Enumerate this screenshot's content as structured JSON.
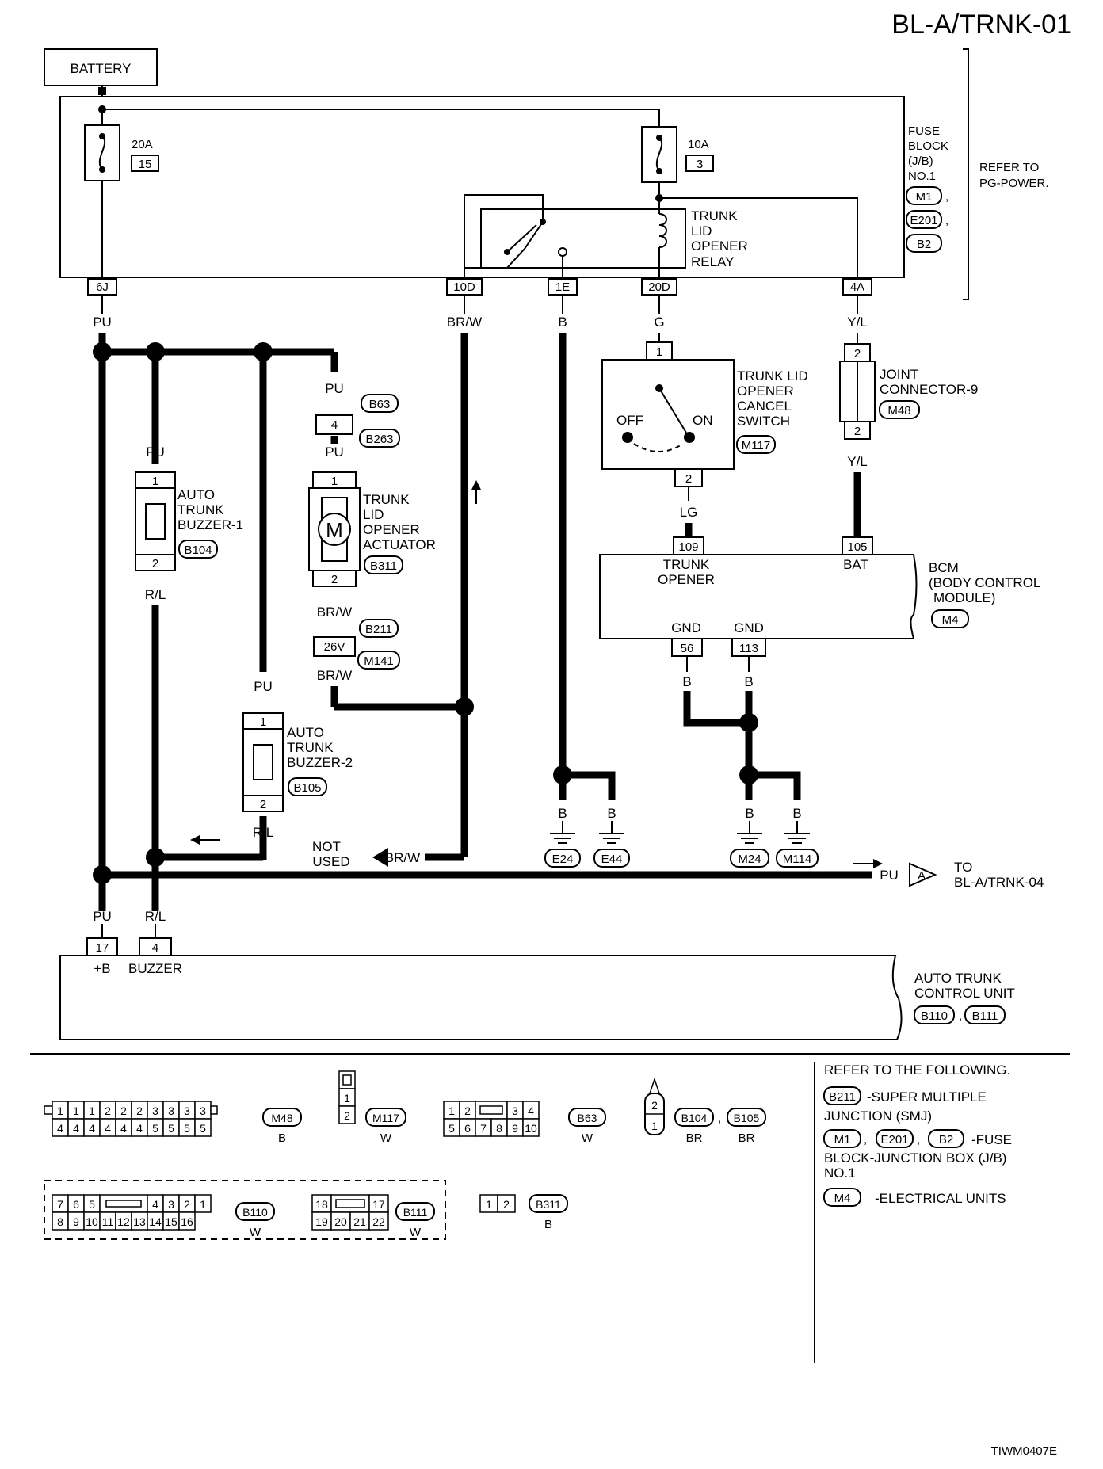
{
  "header": {
    "title": "BL-A/TRNK-01",
    "figure_id": "TIWM0407E"
  },
  "power": {
    "battery": "BATTERY"
  },
  "fuse_block": {
    "label": [
      "FUSE",
      "BLOCK",
      "(J/B)",
      "NO.1"
    ],
    "connectors": [
      "M1",
      "E201",
      "B2"
    ],
    "refer": [
      "REFER TO",
      "PG-POWER."
    ],
    "fuse1": {
      "rating": "20A",
      "number": "15"
    },
    "fuse2": {
      "rating": "10A",
      "number": "3"
    },
    "relay": [
      "TRUNK",
      "LID",
      "OPENER",
      "RELAY"
    ],
    "terminals": [
      "6J",
      "10D",
      "1E",
      "20D",
      "4A"
    ]
  },
  "wire_colors": {
    "pu": "PU",
    "brw": "BR/W",
    "b": "B",
    "g": "G",
    "yl": "Y/L",
    "rl": "R/L",
    "lg": "LG"
  },
  "cancel_switch": {
    "label": [
      "TRUNK LID",
      "OPENER",
      "CANCEL",
      "SWITCH"
    ],
    "connector": "M117",
    "off": "OFF",
    "on": "ON",
    "pin_top": "1",
    "pin_bottom": "2"
  },
  "joint_connector": {
    "label": [
      "JOINT",
      "CONNECTOR-9"
    ],
    "connector": "M48",
    "pin_top": "2",
    "pin_bottom": "2"
  },
  "bcm": {
    "label": [
      "BCM",
      "(BODY CONTROL",
      "MODULE)"
    ],
    "connector": "M4",
    "pin_trunk": "109",
    "trunk_label": [
      "TRUNK",
      "OPENER"
    ],
    "pin_bat": "105",
    "bat_label": "BAT",
    "pin_gnd1": "56",
    "pin_gnd2": "113",
    "gnd_label": "GND"
  },
  "buzzer1": {
    "label": [
      "AUTO",
      "TRUNK",
      "BUZZER-1"
    ],
    "connector": "B104",
    "pin_top": "1",
    "pin_bottom": "2"
  },
  "buzzer2": {
    "label": [
      "AUTO",
      "TRUNK",
      "BUZZER-2"
    ],
    "connector": "B105",
    "pin_top": "1",
    "pin_bottom": "2"
  },
  "actuator": {
    "label": [
      "TRUNK",
      "LID",
      "OPENER",
      "ACTUATOR"
    ],
    "connector": "B311",
    "motor": "M",
    "pin_top": "1",
    "pin_bottom": "2",
    "inline_connector": {
      "pin": "4",
      "a": "B63",
      "b": "B263"
    },
    "smj": {
      "pin": "26V",
      "a": "B211",
      "b": "M141"
    }
  },
  "grounds": [
    "E24",
    "E44",
    "M24",
    "M114"
  ],
  "not_used": [
    "NOT",
    "USED"
  ],
  "offpage": {
    "letter": "A",
    "target": [
      "TO",
      "BL-A/TRNK-04"
    ]
  },
  "control_unit": {
    "label": [
      "AUTO TRUNK",
      "CONTROL UNIT"
    ],
    "connectors": [
      "B110",
      "B111"
    ],
    "pin_b": "17",
    "pin_b_label": "+B",
    "pin_buzzer": "4",
    "pin_buzzer_label": "BUZZER"
  },
  "reference": {
    "title": "REFER TO THE FOLLOWING.",
    "items": [
      {
        "badges": [
          "B211"
        ],
        "text": [
          "-SUPER MULTIPLE",
          "JUNCTION (SMJ)"
        ]
      },
      {
        "badges": [
          "M1",
          "E201",
          "B2"
        ],
        "text": [
          "-FUSE",
          "BLOCK-JUNCTION BOX (J/B)",
          "NO.1"
        ]
      },
      {
        "badges": [
          "M4"
        ],
        "text": [
          "-ELECTRICAL UNITS"
        ]
      }
    ]
  },
  "connector_views": {
    "m48": {
      "name": "M48",
      "color": "B",
      "top": [
        "1",
        "1",
        "1",
        "2",
        "2",
        "2",
        "3",
        "3",
        "3",
        "3"
      ],
      "bottom": [
        "4",
        "4",
        "4",
        "4",
        "4",
        "4",
        "5",
        "5",
        "5",
        "5"
      ]
    },
    "m117": {
      "name": "M117",
      "color": "W",
      "pins": [
        "1",
        "2"
      ]
    },
    "b63": {
      "name": "B63",
      "color": "W",
      "top": [
        "1",
        "2",
        "3",
        "4"
      ],
      "bottom": [
        "5",
        "6",
        "7",
        "8",
        "9",
        "10"
      ]
    },
    "b104": {
      "name": "B104",
      "name2": "B105",
      "color": "BR",
      "color2": "BR",
      "pins": [
        "2",
        "1"
      ]
    },
    "b110": {
      "name": "B110",
      "color": "W",
      "top": [
        "7",
        "6",
        "5",
        "4",
        "3",
        "2",
        "1"
      ],
      "bottom": [
        "8",
        "9",
        "10",
        "11",
        "12",
        "13",
        "14",
        "15",
        "16"
      ]
    },
    "b111": {
      "name": "B111",
      "color": "W",
      "top": [
        "18",
        "17"
      ],
      "bottom": [
        "19",
        "20",
        "21",
        "22"
      ]
    },
    "b311": {
      "name": "B311",
      "color": "B",
      "pins": [
        "1",
        "2"
      ]
    }
  }
}
